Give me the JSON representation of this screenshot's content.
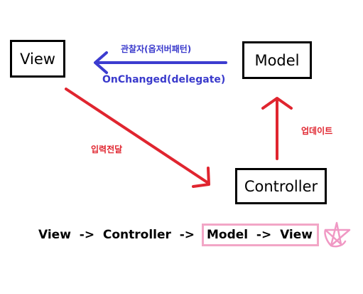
{
  "nodes": {
    "view": "View",
    "model": "Model",
    "controller": "Controller"
  },
  "labels": {
    "observer_pattern": "관찰자(옵저버패턴)",
    "onchanged": "OnChanged(delegate)",
    "input_transfer": "입력전달",
    "update": "업데이트"
  },
  "flow": {
    "part1": "View  ->  Controller  -> ",
    "highlighted": "Model  ->  View"
  },
  "colors": {
    "blue_arrow": "#3c3cd0",
    "red_arrow": "#e0252f",
    "blue_text": "#3a3acc",
    "red_text": "#e0252f",
    "highlight_border": "#f2a6c6",
    "star": "#f098c4"
  }
}
